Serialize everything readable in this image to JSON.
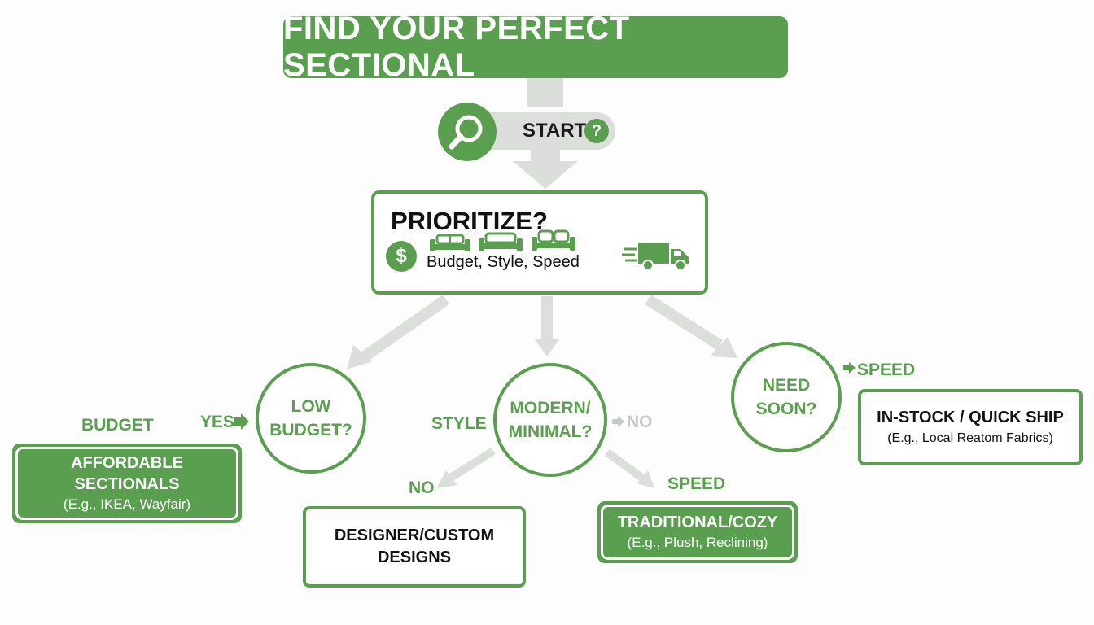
{
  "title": "FIND YOUR PERFECT SECTIONAL",
  "start": {
    "label": "START",
    "help": "?"
  },
  "prioritize": {
    "title": "PRIORITIZE?",
    "currency": "$",
    "subtitle": "Budget, Style, Speed"
  },
  "decisions": {
    "low_budget": "LOW\nBUDGET?",
    "modern": "MODERN/\nMINIMAL?",
    "need_soon": "NEED\nSOON?"
  },
  "labels": {
    "budget": "BUDGET",
    "yes": "YES",
    "style": "STYLE",
    "no_right": "NO",
    "no_left": "NO",
    "speed_bottom": "SPEED",
    "speed_top": "SPEED"
  },
  "outcomes": {
    "affordable": {
      "title": "AFFORDABLE SECTIONALS",
      "sub": "(E.g., IKEA, Wayfair)"
    },
    "designer": {
      "title": "DESIGNER/CUSTOM\nDESIGNS"
    },
    "traditional": {
      "title": "TRADITIONAL/COZY",
      "sub": "(E.g., Plush, Reclining)"
    },
    "instock": {
      "title": "IN-STOCK / QUICK SHIP",
      "sub": "(E.g., Local Reatom Fabrics)"
    }
  },
  "colors": {
    "green": "#5a9f4f",
    "grey": "#dcdedc",
    "dark": "#111111"
  },
  "icons": [
    "magnifier-icon",
    "help-icon",
    "dollar-icon",
    "sofa-icon",
    "truck-icon",
    "arrow-icon"
  ]
}
